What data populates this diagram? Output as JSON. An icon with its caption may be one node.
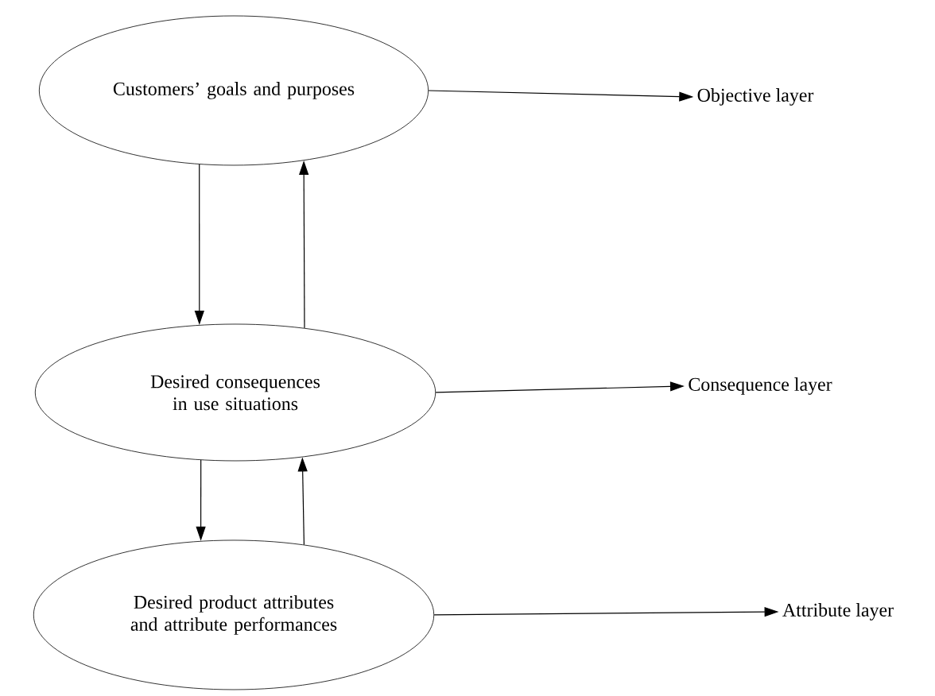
{
  "diagram": {
    "nodes": [
      {
        "text": [
          "Customers’ goals and purposes"
        ]
      },
      {
        "text": [
          "Desired consequences in use situations"
        ]
      },
      {
        "text": [
          "Desired product attributes and attribute performances"
        ]
      },
      {
        "text": [
          "Objective layer"
        ]
      },
      {
        "text": [
          "Consequence layer"
        ]
      },
      {
        "text": [
          "Attribute layer"
        ]
      }
    ],
    "edges": [
      {
        "from": 0,
        "to": 3,
        "arrow": "to"
      },
      {
        "from": 0,
        "to": 1,
        "arrow": "to"
      },
      {
        "from": 1,
        "to": 0,
        "arrow": "to"
      },
      {
        "from": 1,
        "to": 4,
        "arrow": "to"
      },
      {
        "from": 1,
        "to": 2,
        "arrow": "to"
      },
      {
        "from": 2,
        "to": 1,
        "arrow": "to"
      },
      {
        "from": 2,
        "to": 5,
        "arrow": "to"
      }
    ]
  }
}
